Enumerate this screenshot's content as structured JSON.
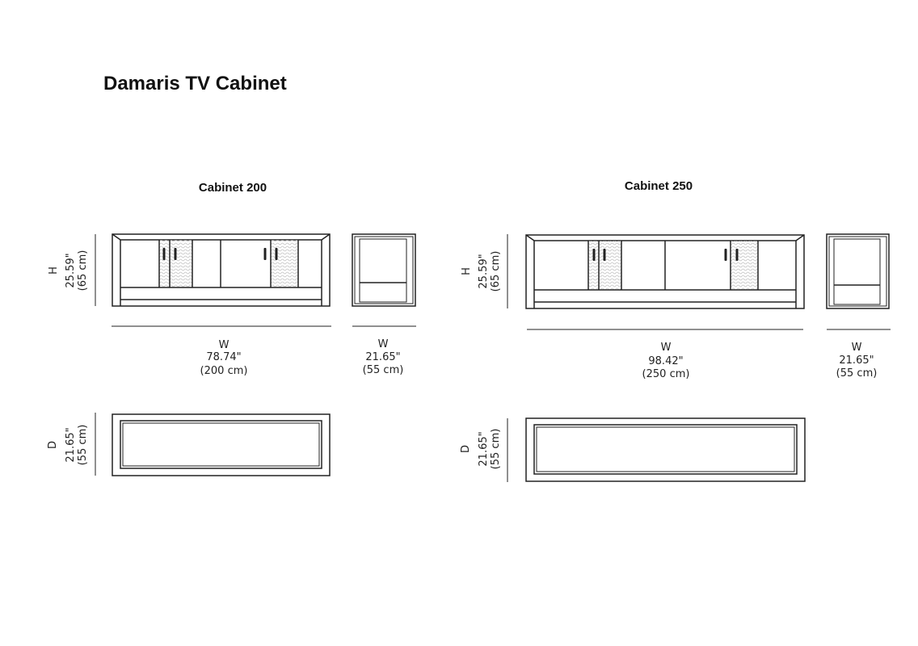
{
  "title": "Damaris TV Cabinet",
  "cabinets": [
    {
      "name": "Cabinet 200",
      "height": {
        "label": "H",
        "in": "25.59\"",
        "cm": "(65 cm)"
      },
      "width": {
        "label": "W",
        "in": "78.74\"",
        "cm": "(200 cm)"
      },
      "side_width": {
        "label": "W",
        "in": "21.65\"",
        "cm": "(55 cm)"
      },
      "depth": {
        "label": "D",
        "in": "21.65\"",
        "cm": "(55 cm)"
      }
    },
    {
      "name": "Cabinet 250",
      "height": {
        "label": "H",
        "in": "25.59\"",
        "cm": "(65 cm)"
      },
      "width": {
        "label": "W",
        "in": "98.42\"",
        "cm": "(250 cm)"
      },
      "side_width": {
        "label": "W",
        "in": "21.65\"",
        "cm": "(55 cm)"
      },
      "depth": {
        "label": "D",
        "in": "21.65\"",
        "cm": "(55 cm)"
      }
    }
  ]
}
